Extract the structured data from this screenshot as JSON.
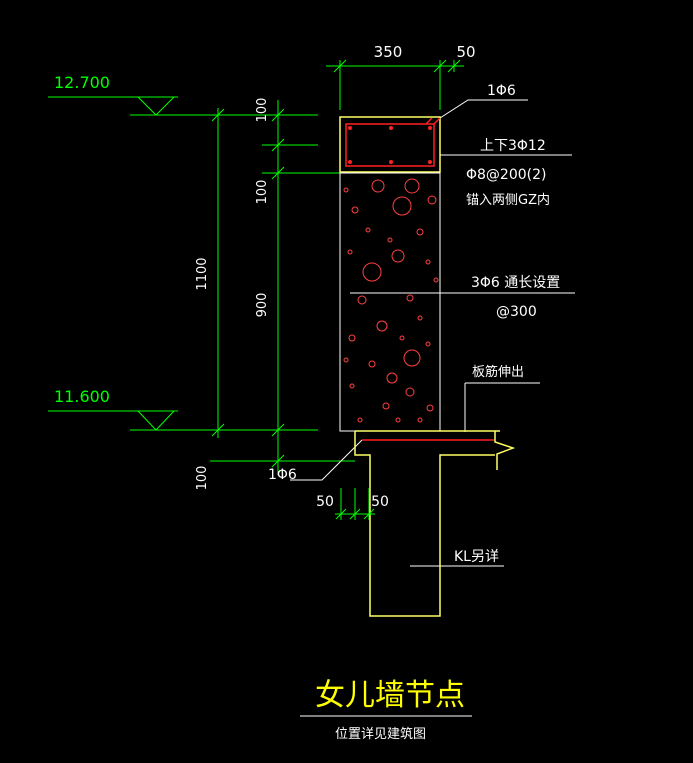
{
  "colors": {
    "background": "#000000",
    "dim_green": "#00ff00",
    "text_white": "#ffffff",
    "outline_yellow": "#ffff66",
    "rebar_red": "#ff2020",
    "fill_gray": "#808080",
    "title_yellow": "#ffff00"
  },
  "levels": {
    "top": "12.700",
    "bottom": "11.600"
  },
  "dimensions": {
    "width_350": "350",
    "width_50_top": "50",
    "h_100_top": "100",
    "h_100_mid": "100",
    "h_900": "900",
    "h_1100": "1100",
    "h_100_bottom": "100",
    "w_50_left": "50",
    "w_50_right": "50"
  },
  "annotations": {
    "stirrup_hook_top": "1Φ6",
    "main_bars": "上下3Φ12",
    "stirrups": "Φ8@200(2)",
    "anchorage": "锚入两侧GZ内",
    "dist_bars": "3Φ6 通长设置",
    "dist_spacing": "@300",
    "slab_bar": "板筋伸出",
    "stirrup_hook_bottom": "1Φ6",
    "beam_note": "KL另详"
  },
  "title": {
    "main": "女儿墙节点",
    "sub": "位置详见建筑图"
  }
}
